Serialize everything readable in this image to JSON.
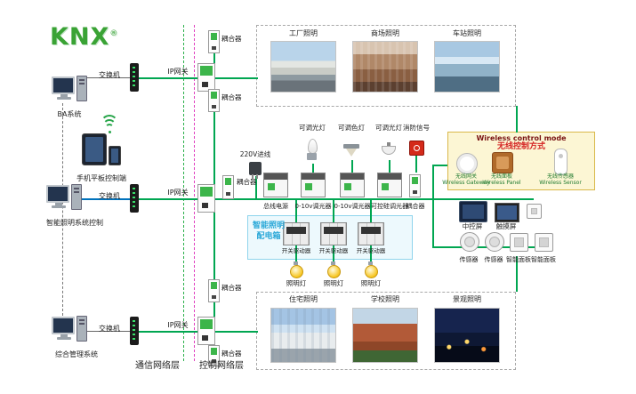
{
  "logo": {
    "text": "KNX",
    "reg": "®"
  },
  "terminals": {
    "ba": "BA系统",
    "mobile": "手机平板控制端",
    "lighting_ctrl": "智能照明系统控制",
    "management": "综合管理系统"
  },
  "layers": {
    "communication": "通信网络层",
    "control": "控制网络层"
  },
  "network": {
    "switch": "交换机",
    "gateway": "IP网关",
    "coupler": "耦合器"
  },
  "top_apps": [
    "工厂照明",
    "商场照明",
    "车站照明"
  ],
  "bottom_apps": [
    "住宅照明",
    "学校照明",
    "景观照明"
  ],
  "bus": {
    "incoming": "220V进线",
    "modules": [
      "总线电源",
      "0-10v调光器",
      "0-10v调光器",
      "可控硅调光器",
      "耦合器"
    ],
    "loads": [
      "可调光灯",
      "可调色灯",
      "可调光灯",
      "消防信号"
    ]
  },
  "dist_box": {
    "title1": "智能照明",
    "title2": "配电箱",
    "actuator": "开关驱动器",
    "lamp": "照明灯"
  },
  "wireless": {
    "title_en": "Wireless control mode",
    "title_cn": "无线控制方式",
    "gateway_cn": "无线网关",
    "gateway_en": "Wireless Gateway",
    "panel_cn": "无线面板",
    "panel_en": "Wireless Panel",
    "sensor_cn": "无线传感器",
    "sensor_en": "Wireless Sensor"
  },
  "right": {
    "screen1": "中控屏",
    "screen2": "触摸屏",
    "sensor": "传感器",
    "panel": "智能面板"
  },
  "colors": {
    "bus_green": "#00a651",
    "ethernet_blue": "#0072bc",
    "layer_magenta": "#e040c0",
    "knx_green": "#3aa335"
  }
}
